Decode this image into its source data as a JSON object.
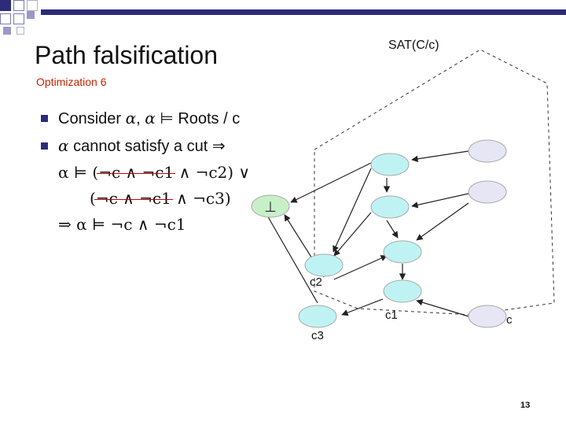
{
  "slide": {
    "title": "Path falsification",
    "subtitle": "Optimization 6",
    "sat_label": "SAT(C/c)",
    "page_number": "13"
  },
  "bullets": [
    {
      "prefix": "Consider ",
      "alpha1": "α",
      "mid": ", ",
      "alpha2": "α",
      "models": " ⊨ ",
      "rest": "Roots / c"
    },
    {
      "alpha": "α",
      "text": " cannot satisfy a cut ⇒"
    }
  ],
  "formula": {
    "line1_start": "α ⊨ (",
    "line1_strike": "¬c ∧ ¬c1",
    "line1_end": " ∧ ¬c2) ∨",
    "line2_start": "(",
    "line2_strike": "¬c ∧ ¬c1",
    "line2_end": " ∧ ¬c3)",
    "line3": "⇒ α ⊨ ¬c ∧ ¬c1"
  },
  "diagram": {
    "bottom_symbol": "⊥",
    "labels": {
      "c2": "c2",
      "c1": "c1",
      "c": "c",
      "c3": "c3"
    },
    "colors": {
      "cyan_node": "#bff3f3",
      "lavender_node": "#e6e6f4",
      "bottom_node": "#c8f0c8",
      "node_stroke": "#aaaaaa",
      "edge": "#222222",
      "dashed": "#333333",
      "accent": "#2c2c7a"
    }
  }
}
